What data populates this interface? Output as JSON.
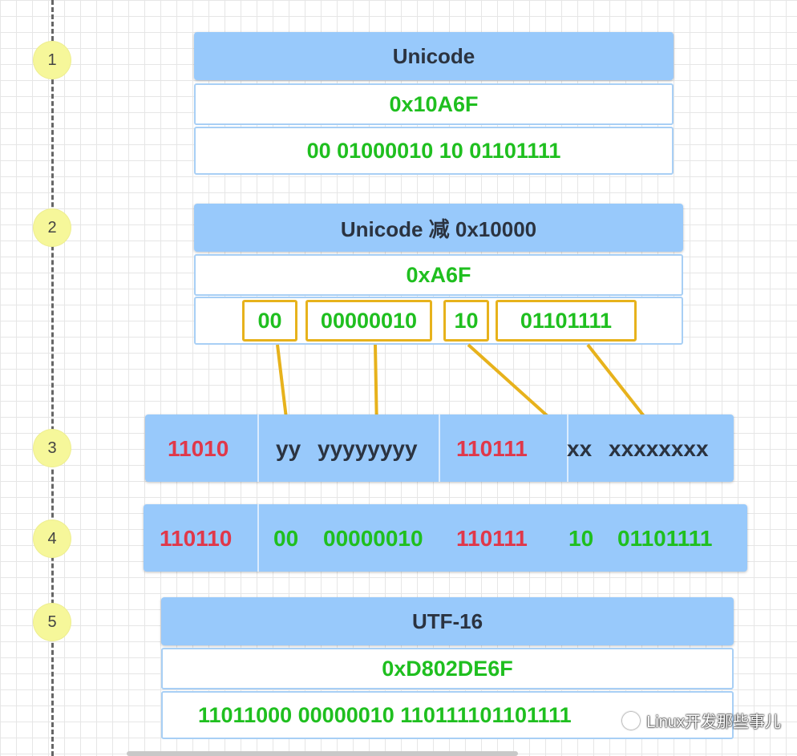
{
  "steps": [
    "1",
    "2",
    "3",
    "4",
    "5"
  ],
  "block1": {
    "header": "Unicode",
    "hex": "0x10A6F",
    "bits": "00  01000010    10  01101111"
  },
  "block2": {
    "header": "Unicode 减 0x10000",
    "hex": "0xA6F",
    "groups": [
      "00",
      "00000010",
      "10",
      "01101111"
    ]
  },
  "block3": {
    "prefix_high": "11010",
    "y_small": "yy",
    "y_large": "yyyyyyyy",
    "prefix_low": "110111",
    "x_small": "xx",
    "x_large": "xxxxxxxx"
  },
  "block4": {
    "prefix_high": "110110",
    "bits_a": "00",
    "bits_b": "00000010",
    "prefix_low": "110111",
    "bits_c": "10",
    "bits_d": "01101111"
  },
  "block5": {
    "header": "UTF-16",
    "hex": "0xD802DE6F",
    "bits": "11011000   00000010  110111101101111"
  },
  "watermark": {
    "text": "Linux开发那些事儿",
    "icon": "wechat-icon"
  },
  "colors": {
    "header_fill": "#98c9fb",
    "green_text": "#1fbf1f",
    "red_text": "#e0384a",
    "highlight": "#e7b21c",
    "step_circle": "#f6f79a"
  }
}
